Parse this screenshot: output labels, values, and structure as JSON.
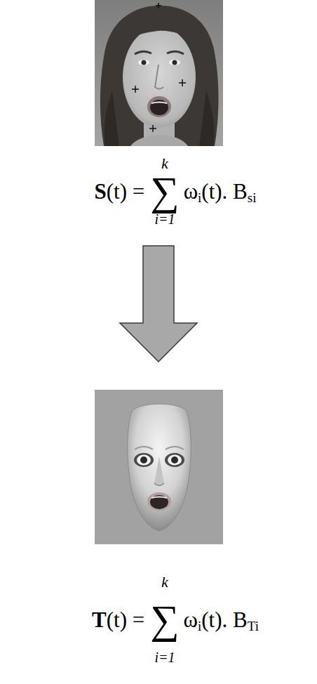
{
  "diagram": {
    "nodes": [
      {
        "text": [
          "S",
          "(t) =",
          "k",
          "∑",
          "i=1",
          "ω",
          "i",
          "(t). B",
          "si"
        ]
      },
      {
        "text": [
          "T",
          "(t) =",
          "k",
          "∑",
          "i=1",
          "ω",
          "i",
          "(t). B",
          "Ti"
        ]
      }
    ],
    "edges": [
      {
        "from": 0,
        "to": 1,
        "arrow": "to"
      }
    ]
  }
}
